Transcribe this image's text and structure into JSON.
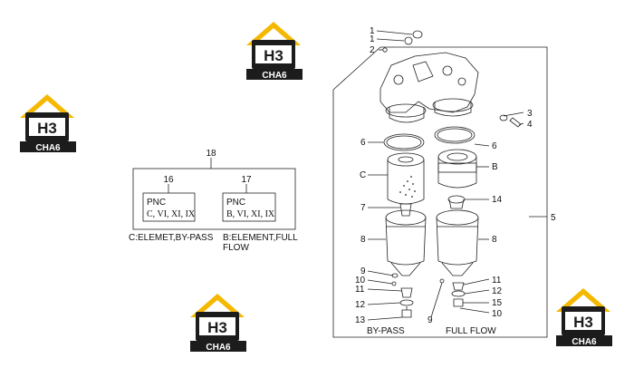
{
  "logo": {
    "mark": "H3",
    "word": "CHA6",
    "roof_color": "#f5b800",
    "dark_color": "#1c1c1c"
  },
  "table": {
    "parent": "18",
    "boxes": [
      {
        "ref": "16",
        "pnc": "PNC",
        "codes": "C, VI, XI, IX"
      },
      {
        "ref": "17",
        "pnc": "PNC",
        "codes": "B, VI, XI, IX"
      }
    ],
    "caption_left": "C:ELEMET,BY-PASS",
    "caption_right_1": "B:ELEMENT,FULL",
    "caption_right_2": "FLOW"
  },
  "callouts": {
    "c1a": "1",
    "c1b": "1",
    "c2": "2",
    "c3": "3",
    "c4": "4",
    "c5": "5",
    "c6l": "6",
    "c6r": "6",
    "cC": "C",
    "cBr": "B",
    "c7": "7",
    "c14": "14",
    "c8l": "8",
    "c8r": "8",
    "c9l": "9",
    "c10l": "10",
    "c11l": "11",
    "c12l": "12",
    "c13": "13",
    "c9b": "9",
    "c11r": "11",
    "c12r": "12",
    "c15": "15",
    "c10r": "10"
  },
  "labels": {
    "bypass": "BY-PASS",
    "fullflow": "FULL FLOW"
  }
}
